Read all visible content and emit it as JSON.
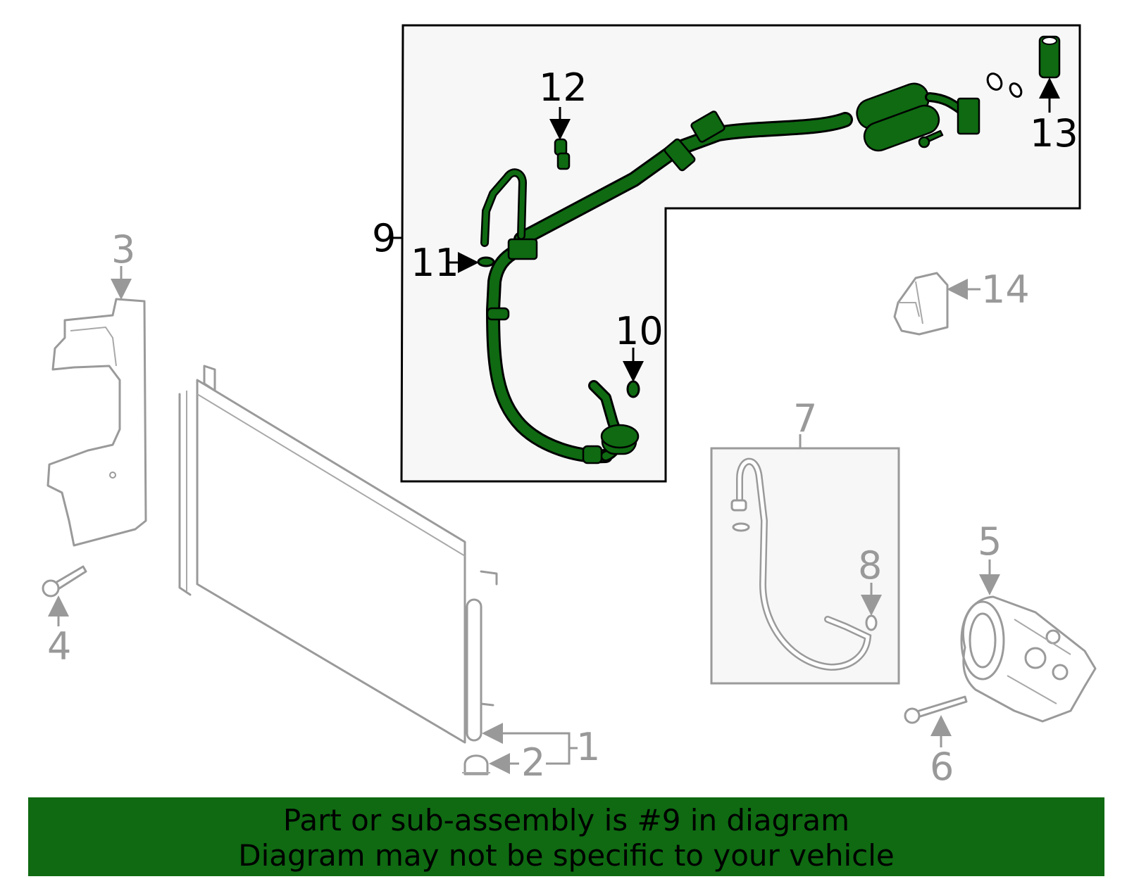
{
  "callouts": {
    "c1": "1",
    "c2": "2",
    "c3": "3",
    "c4": "4",
    "c5": "5",
    "c6": "6",
    "c7": "7",
    "c8": "8",
    "c9": "9",
    "c10": "10",
    "c11": "11",
    "c12": "12",
    "c13": "13",
    "c14": "14"
  },
  "highlighted_part": "9",
  "colors": {
    "highlight": "#0f6a12",
    "inactive": "#999999",
    "box_fill": "#f7f7f7"
  },
  "banner": {
    "line1": "Part or sub-assembly is #9 in diagram",
    "line2": "Diagram may not be specific to your vehicle"
  }
}
